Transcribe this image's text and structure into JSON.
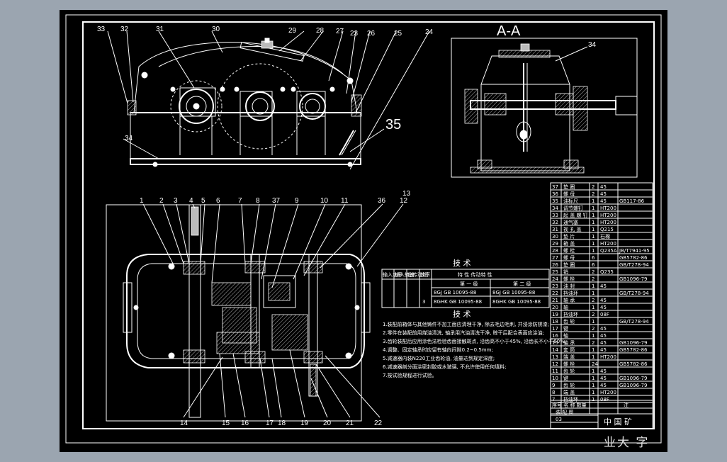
{
  "section_title": "A-A",
  "section_label_35": "35",
  "top_view_numbers": [
    "33",
    "32",
    "31",
    "30",
    "29",
    "28",
    "27",
    "23",
    "26",
    "25",
    "24"
  ],
  "section_number_34": "34",
  "elevation_number_34": "34",
  "plan_top_numbers": [
    "1",
    "2",
    "3",
    "4",
    "5",
    "6",
    "7",
    "8",
    "37",
    "9",
    "10",
    "11",
    "36",
    "12",
    "13"
  ],
  "plan_bottom_numbers": [
    "14",
    "15",
    "16",
    "17",
    "18",
    "19",
    "20",
    "21",
    "22"
  ],
  "tech_title_1": "技 术",
  "tech_title_2": "技 术",
  "char_header": "特 性 传动特 性",
  "char_first_stage": "第 一 级",
  "char_second_stage": "第 二 级",
  "char_left_headers": [
    "输入功率",
    "输入转速",
    "总传动比",
    "效率"
  ],
  "char_values": [
    "3",
    "8GJ GB 10095-88",
    "8GJ GB 10095-88",
    "8GHK GB 10095-88",
    "8GHK GB 10095-88"
  ],
  "notes": [
    "1.装配前箱体与其他铸件不加工面应清理干净, 除去毛边毛刺, 并浸涂防锈漆;",
    "2.零件在装配前用煤油清洗, 轴承用汽油清洗干净, 晾干后配合表面应涂油;",
    "3.齿轮装配后应用涂色法检验齿面接触斑点, 沿齿高不小于45%, 沿齿长不小于60%;",
    "4.调整、固定轴承时应留有轴向间隙0.2~0.5mm;",
    "5.减速器内装N220工业齿轮油, 油量达到规定深度;",
    "6.减速器剖分面涂密封胶或水玻璃, 不允许使用任何填料;",
    "7.按试验规程进行试验。"
  ],
  "parts_list": [
    {
      "no": "37",
      "name": "垫 圈",
      "qty": "2",
      "mat": "45",
      "std": ""
    },
    {
      "no": "36",
      "name": "螺 母",
      "qty": "2",
      "mat": "45",
      "std": ""
    },
    {
      "no": "35",
      "name": "油标尺",
      "qty": "1",
      "mat": "45",
      "std": "GB117-86"
    },
    {
      "no": "34",
      "name": "调节螺钉",
      "qty": "1",
      "mat": "HT200",
      "std": ""
    },
    {
      "no": "33",
      "name": "起 盖 螺 钉",
      "qty": "1",
      "mat": "HT200",
      "std": ""
    },
    {
      "no": "32",
      "name": "通气塞",
      "qty": "1",
      "mat": "HT200",
      "std": ""
    },
    {
      "no": "31",
      "name": "视 孔 盖",
      "qty": "1",
      "mat": "Q215",
      "std": ""
    },
    {
      "no": "30",
      "name": "垫 片",
      "qty": "1",
      "mat": "石棉",
      "std": ""
    },
    {
      "no": "29",
      "name": "箱 盖",
      "qty": "1",
      "mat": "HT200",
      "std": ""
    },
    {
      "no": "28",
      "name": "螺 栓",
      "qty": "1",
      "mat": "Q235A",
      "std": "JB/T7941-95"
    },
    {
      "no": "27",
      "name": "螺 母",
      "qty": "6",
      "mat": "",
      "std": "GB5782-86"
    },
    {
      "no": "26",
      "name": "垫 圈",
      "qty": "6",
      "mat": "",
      "std": "GB/T278-94"
    },
    {
      "no": "25",
      "name": "销",
      "qty": "2",
      "mat": "Q235",
      "std": ""
    },
    {
      "no": "24",
      "name": "螺 栓",
      "qty": "2",
      "mat": "",
      "std": "GB1096-79"
    },
    {
      "no": "23",
      "name": "油 封",
      "qty": "1",
      "mat": "45",
      "std": ""
    },
    {
      "no": "22",
      "name": "挡油环",
      "qty": "1",
      "mat": "",
      "std": "GB/T278-94"
    },
    {
      "no": "21",
      "name": "轴 承",
      "qty": "2",
      "mat": "45",
      "std": ""
    },
    {
      "no": "20",
      "name": "轴",
      "qty": "1",
      "mat": "45",
      "std": ""
    },
    {
      "no": "19",
      "name": "挡油环",
      "qty": "2",
      "mat": "08F",
      "std": ""
    },
    {
      "no": "18",
      "name": "齿 轮",
      "qty": "1",
      "mat": "",
      "std": "GB/T278-94"
    },
    {
      "no": "17",
      "name": "键",
      "qty": "2",
      "mat": "45",
      "std": ""
    },
    {
      "no": "16",
      "name": "轴",
      "qty": "1",
      "mat": "45",
      "std": ""
    },
    {
      "no": "15",
      "name": "轴 承",
      "qty": "2",
      "mat": "45",
      "std": "GB1096-79"
    },
    {
      "no": "14",
      "name": "套 筒",
      "qty": "1",
      "mat": "45",
      "std": "GB5782-86"
    },
    {
      "no": "13",
      "name": "端 盖",
      "qty": "1",
      "mat": "HT200",
      "std": ""
    },
    {
      "no": "12",
      "name": "螺 栓",
      "qty": "24",
      "mat": "",
      "std": "GB5782-86"
    },
    {
      "no": "11",
      "name": "齿 轮",
      "qty": "1",
      "mat": "45",
      "std": ""
    },
    {
      "no": "10",
      "name": "键",
      "qty": "1",
      "mat": "45",
      "std": "GB1096-79"
    },
    {
      "no": "9",
      "name": "齿 轮",
      "qty": "1",
      "mat": "45",
      "std": "GB1096-79"
    },
    {
      "no": "8",
      "name": "端 盖",
      "qty": "1",
      "mat": "HT200",
      "std": ""
    },
    {
      "no": "7",
      "name": "挡油环",
      "qty": "1",
      "mat": "08F",
      "std": ""
    }
  ],
  "title_block": {
    "header_left": "序号 名 称 数量",
    "header_right": "注",
    "row2": "装 配 图",
    "row3": "03",
    "school": "中 国 矿"
  },
  "watermark": "业大 字"
}
